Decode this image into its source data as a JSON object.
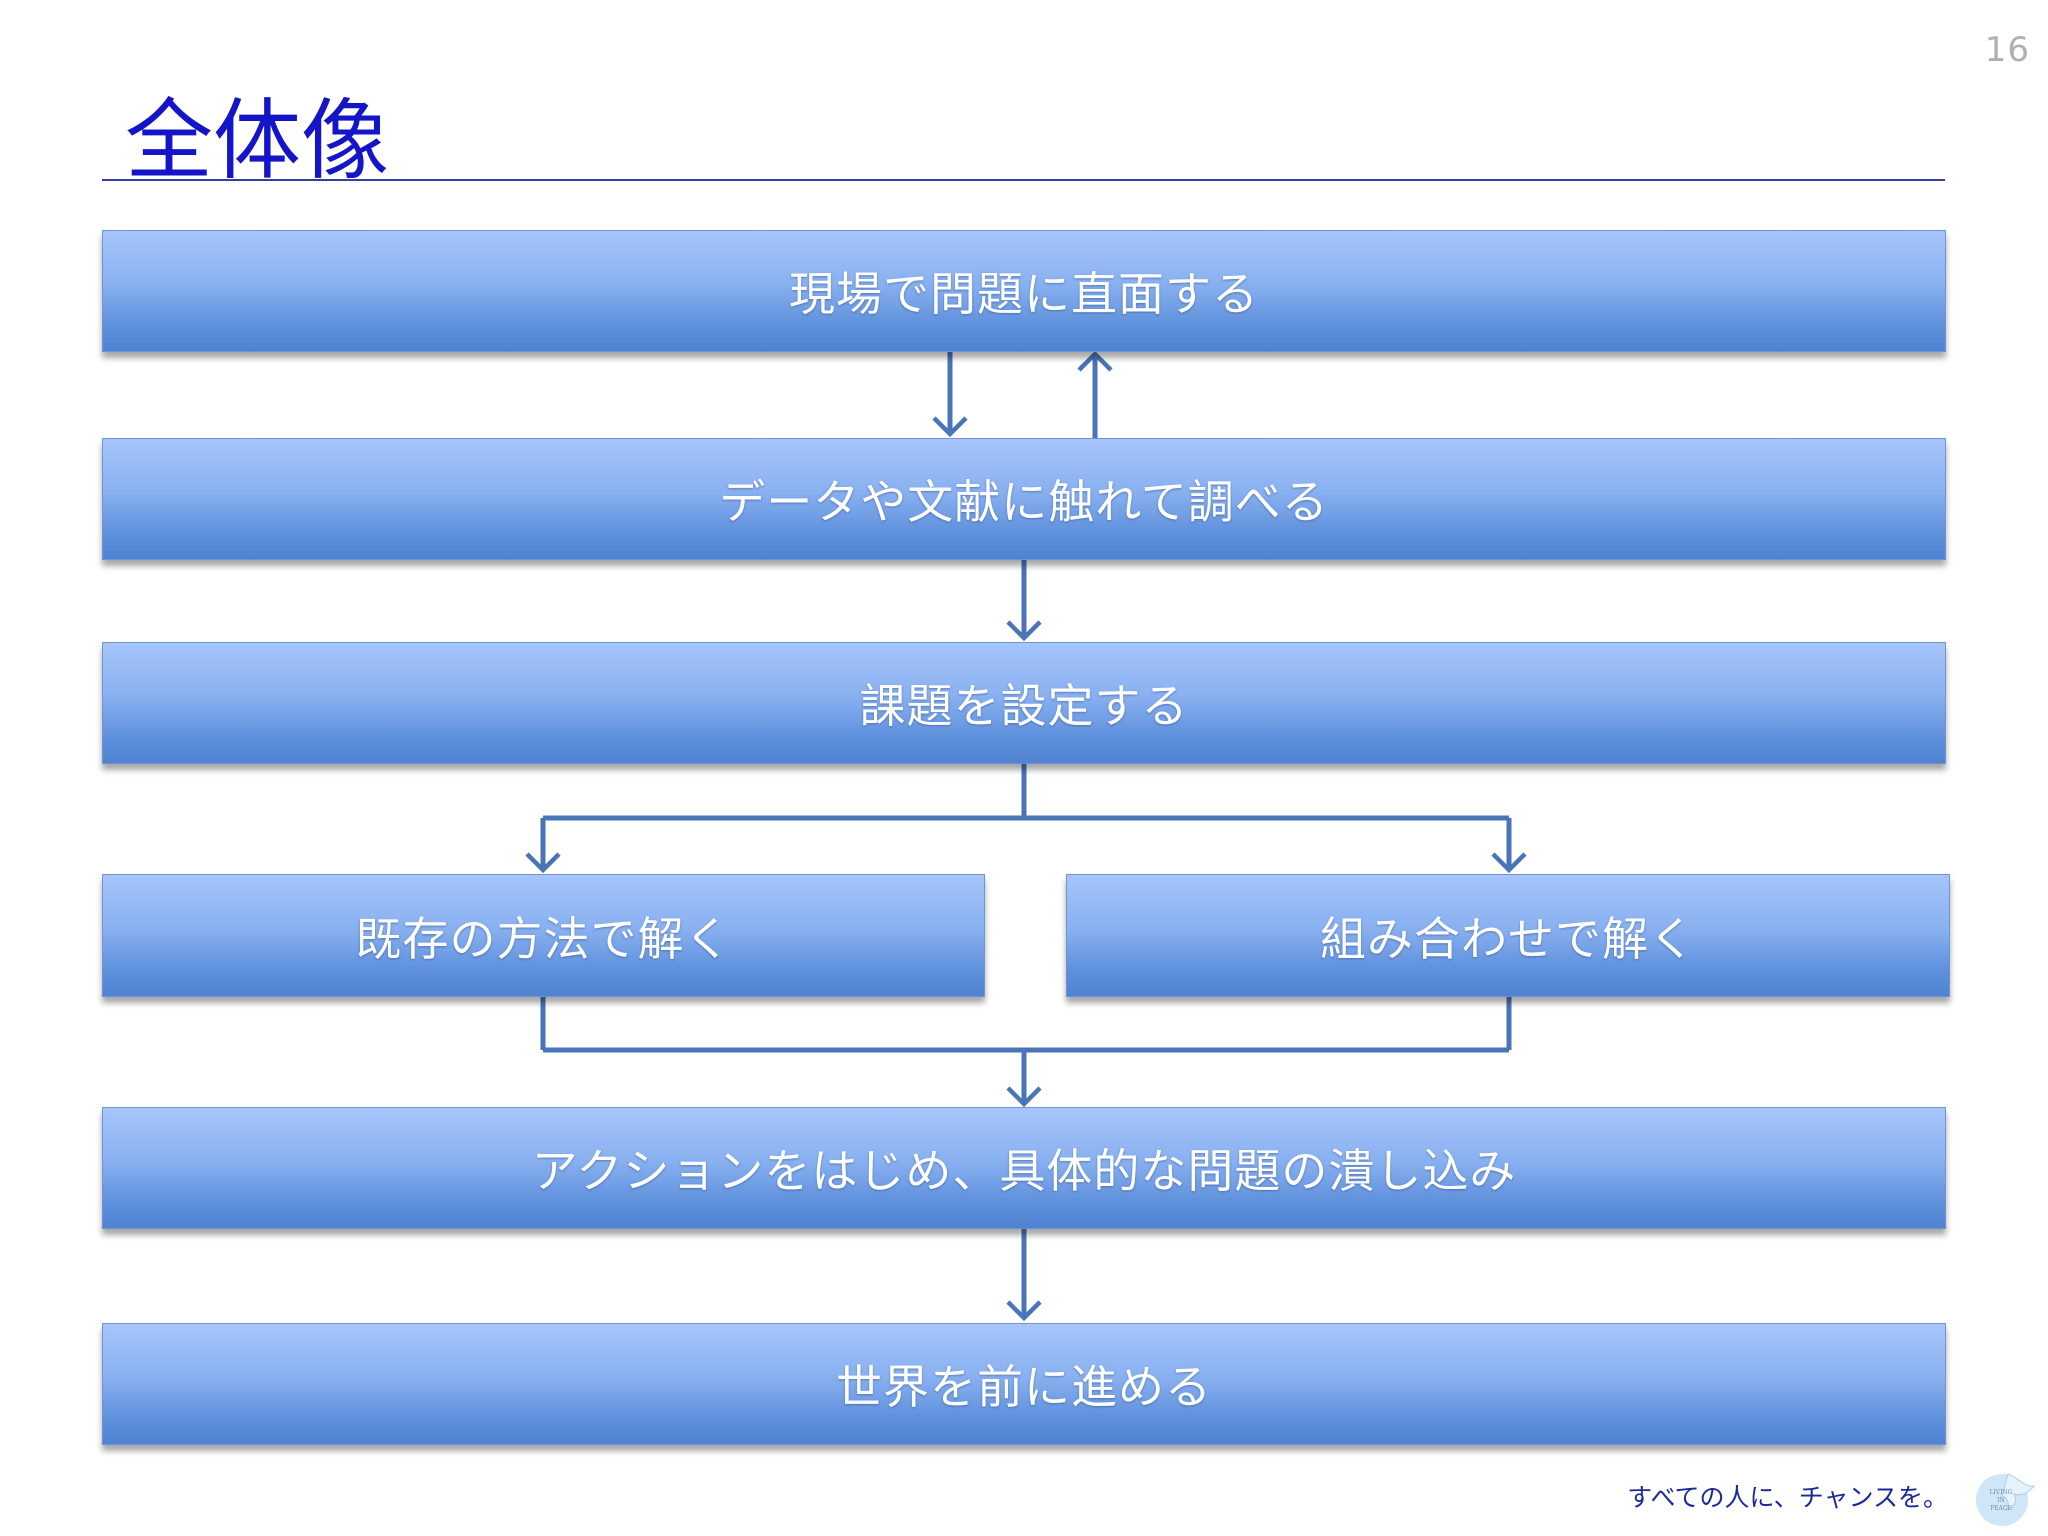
{
  "slide": {
    "page_number": "16",
    "title": "全体像",
    "footer_tagline": "すべての人に、チャンスを。"
  },
  "flow": {
    "step1": "現場で問題に直面する",
    "step2": "データや文献に触れて調べる",
    "step3": "課題を設定する",
    "step4a": "既存の方法で解く",
    "step4b": "組み合わせで解く",
    "step5": "アクションをはじめ、具体的な問題の潰し込み",
    "step6": "世界を前に進める"
  },
  "logo": {
    "text": "LIVING IN PEACE",
    "icon": "dove-icon"
  },
  "colors": {
    "title": "#1414c8",
    "box_light": "#a6c5fb",
    "box_dark": "#4f82d2",
    "connector": "#4a74b8"
  }
}
